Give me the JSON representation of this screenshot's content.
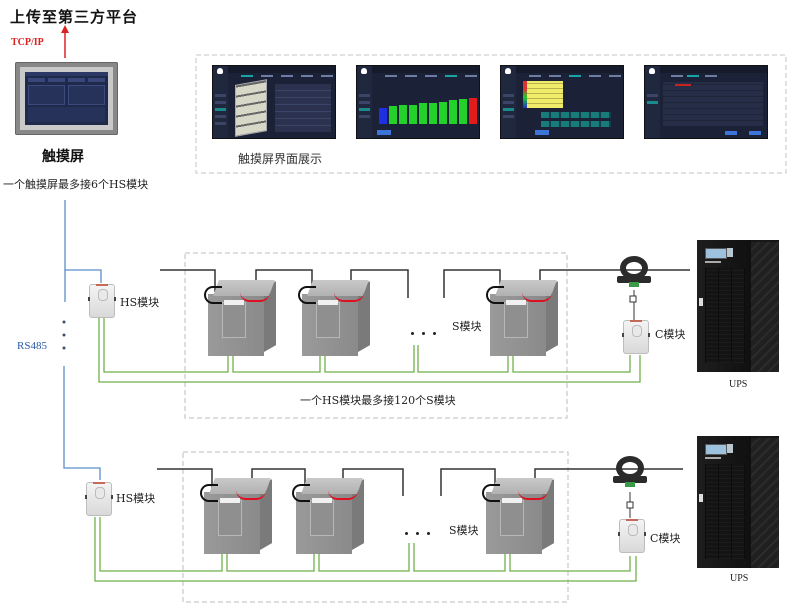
{
  "header": {
    "upload_title": "上传至第三方平台",
    "protocol_label": "TCP/IP"
  },
  "touchscreen": {
    "label": "触摸屏",
    "note": "一个触摸屏最多接6个HS模块"
  },
  "showcase": {
    "label": "触摸屏界面展示",
    "screens": [
      {
        "name": "battery-rack-overview"
      },
      {
        "name": "voltage-bar-chart",
        "bar_colors": [
          "#1d2fe0",
          "#23d12a",
          "#23d12a",
          "#23d12a",
          "#23d12a",
          "#23d12a",
          "#23d12a",
          "#23d12a",
          "#23d12a",
          "#e01c1c"
        ]
      },
      {
        "name": "data-grid-table"
      },
      {
        "name": "alarm-list"
      }
    ]
  },
  "bus": {
    "label": "RS485",
    "color": "#5b8fc9"
  },
  "wiring": {
    "comm_color": "#6fb04a",
    "power_color": "#333333"
  },
  "groups": [
    {
      "hs_label": "HS模块",
      "s_label": "S模块",
      "c_label": "C模块",
      "ups_label": "UPS",
      "note": "一个HS模块最多接120个S模块"
    },
    {
      "hs_label": "HS模块",
      "s_label": "S模块",
      "c_label": "C模块",
      "ups_label": "UPS"
    }
  ]
}
